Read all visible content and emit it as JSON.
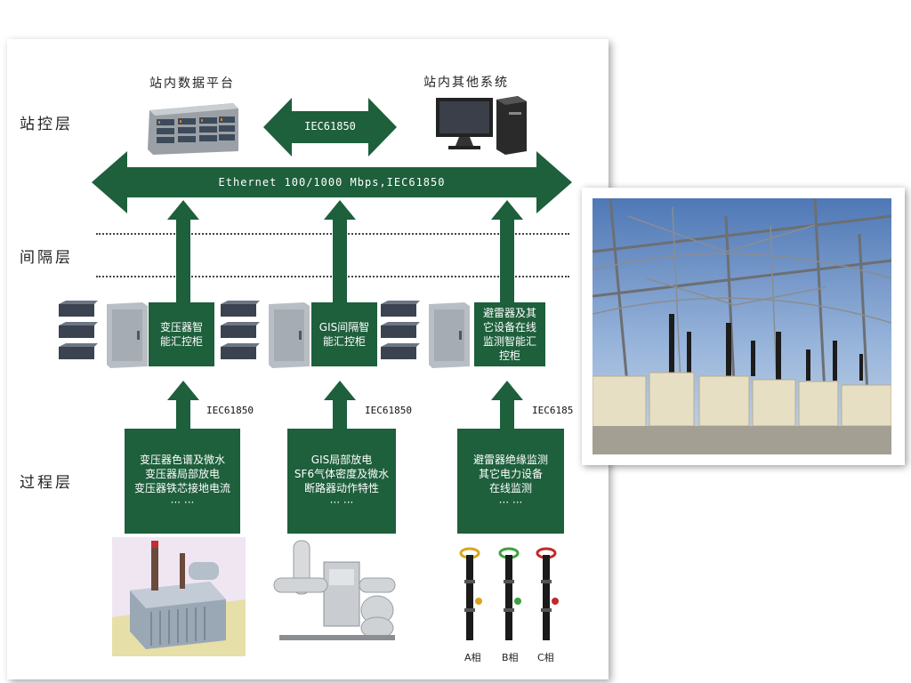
{
  "layers": {
    "station": "站控层",
    "bay": "间隔层",
    "process": "过程层"
  },
  "top": {
    "data_platform": "站内数据平台",
    "other_systems": "站内其他系统",
    "iec_arrow_label": "IEC61850",
    "ethernet_label": "Ethernet 100/1000 Mbps,IEC61850"
  },
  "bay_cabinets": [
    {
      "lines": [
        "变压器智",
        "能汇控柜"
      ]
    },
    {
      "lines": [
        "GIS间隔智",
        "能汇控柜"
      ]
    },
    {
      "lines": [
        "避雷器及其",
        "它设备在线",
        "监测智能汇",
        "控柜"
      ]
    }
  ],
  "iec_labels": [
    "IEC61850",
    "IEC61850",
    "IEC6185"
  ],
  "process_boxes": [
    {
      "lines": [
        "变压器色谱及微水",
        "变压器局部放电",
        "变压器铁芯接地电流",
        "··· ···"
      ]
    },
    {
      "lines": [
        "GIS局部放电",
        "SF6气体密度及微水",
        "断路器动作特性",
        "··· ···"
      ]
    },
    {
      "lines": [
        "避雷器绝缘监测",
        "其它电力设备",
        "在线监测",
        "··· ···"
      ]
    }
  ],
  "phases": [
    "A相",
    "B相",
    "C相"
  ],
  "colors": {
    "arrow_green": "#1e5f3c",
    "background": "#ffffff"
  }
}
